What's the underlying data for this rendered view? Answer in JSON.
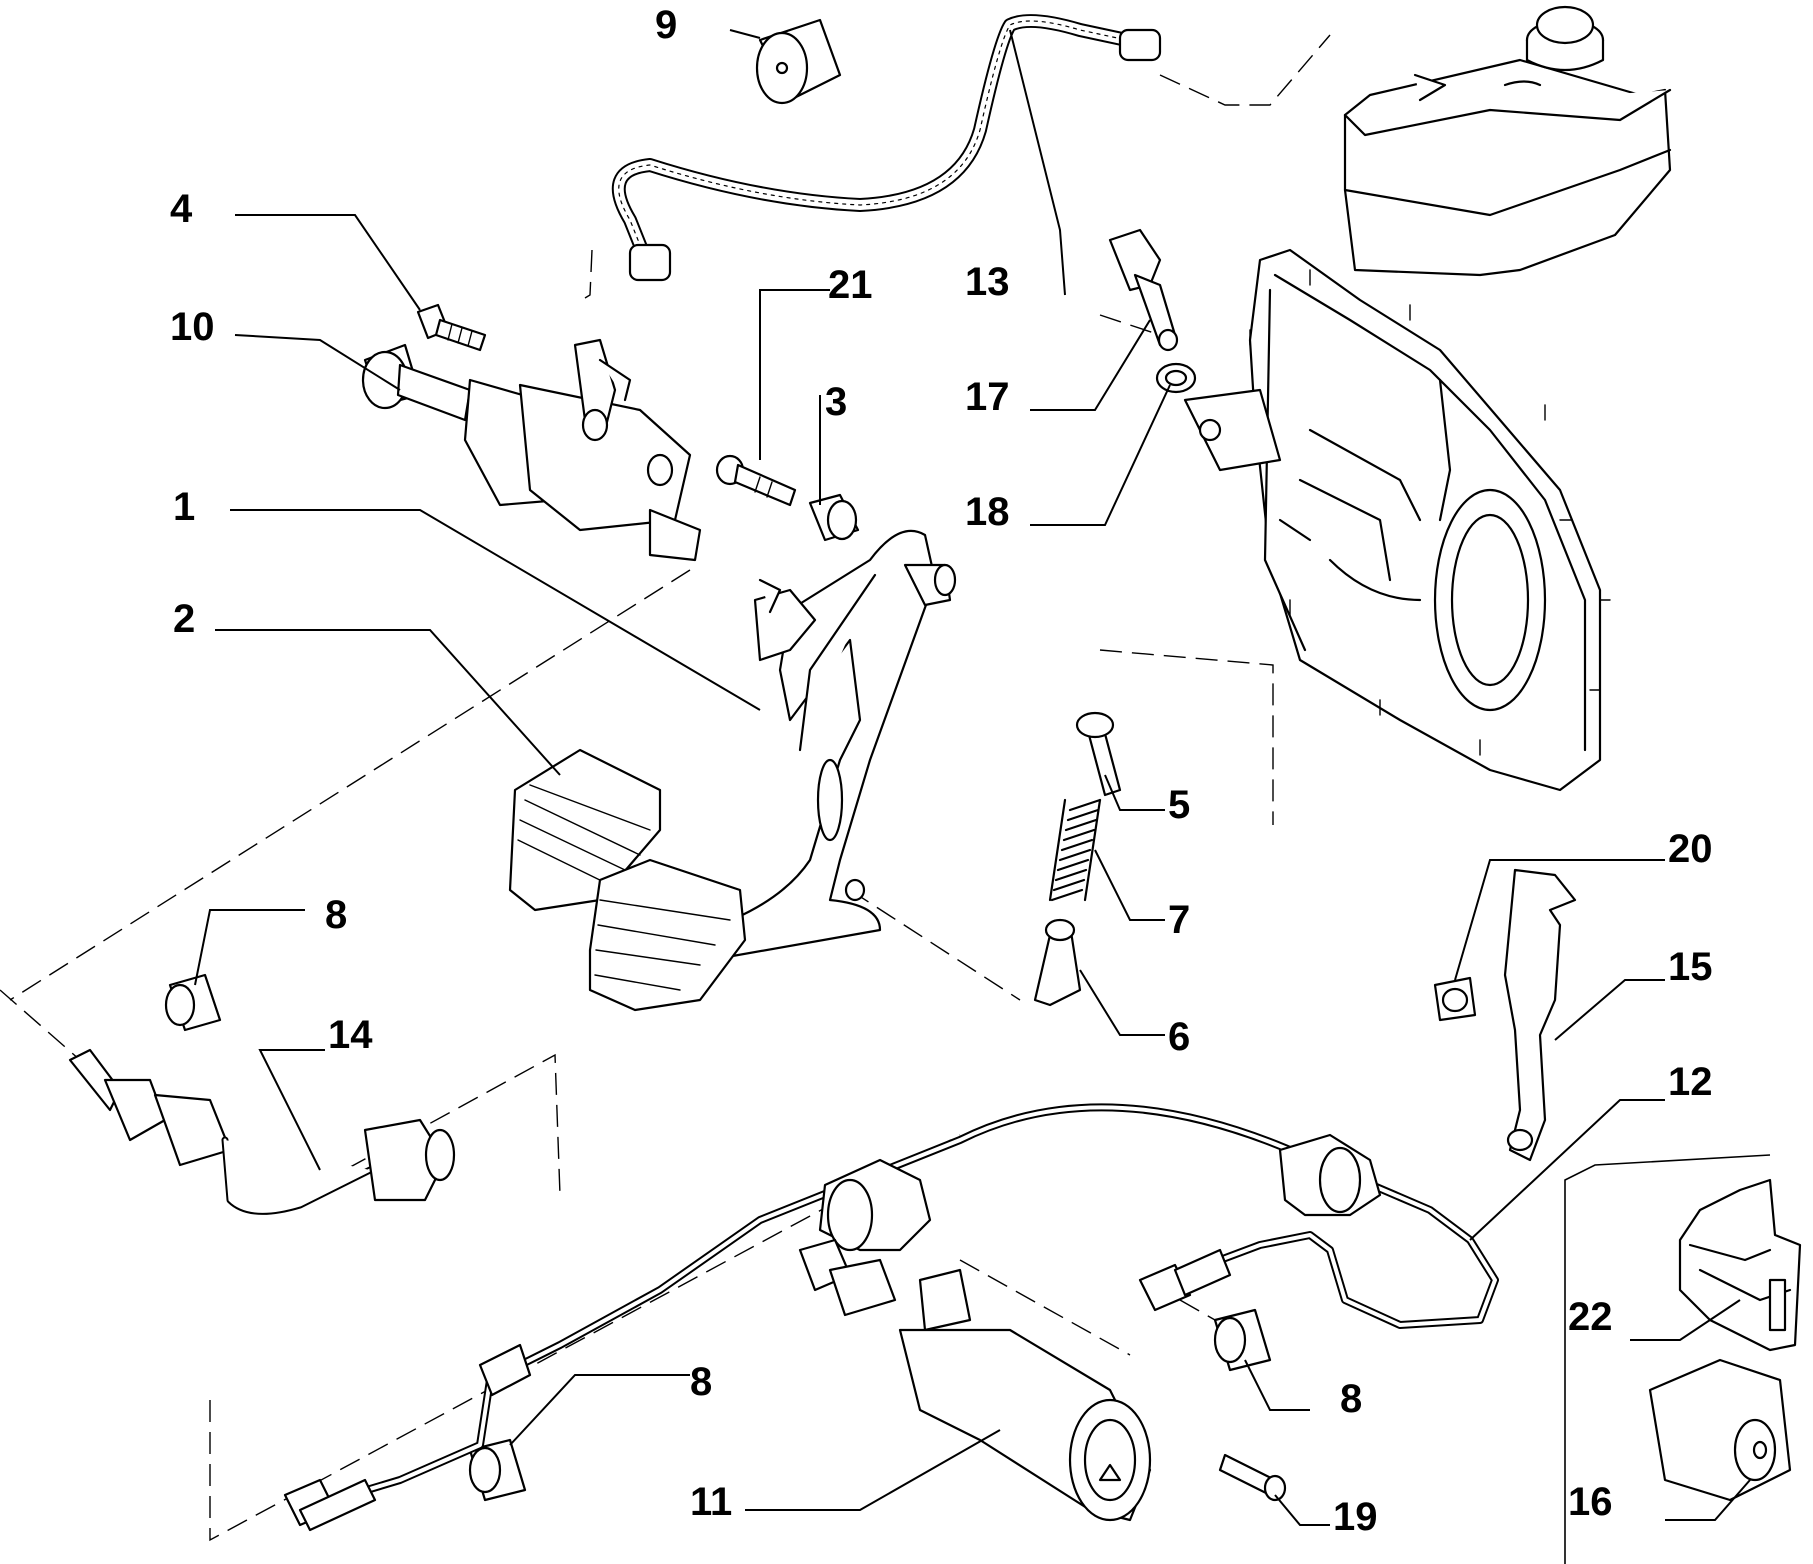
{
  "callouts": {
    "c1": "1",
    "c2": "2",
    "c3": "3",
    "c4": "4",
    "c5": "5",
    "c6": "6",
    "c7": "7",
    "c8a": "8",
    "c8b": "8",
    "c8c": "8",
    "c9": "9",
    "c10": "10",
    "c11": "11",
    "c12": "12",
    "c13": "13",
    "c14": "14",
    "c15": "15",
    "c16": "16",
    "c17": "17",
    "c18": "18",
    "c19": "19",
    "c20": "20",
    "c21": "21",
    "c22": "22"
  },
  "colors": {
    "line": "#000000",
    "background": "#ffffff"
  }
}
